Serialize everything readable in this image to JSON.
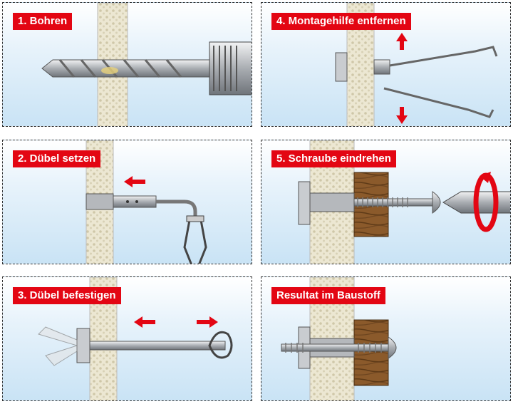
{
  "steps": [
    {
      "label": "1. Bohren"
    },
    {
      "label": "2. Dübel setzen"
    },
    {
      "label": "3. Dübel befestigen"
    },
    {
      "label": "4. Montagehilfe entfernen"
    },
    {
      "label": "5. Schraube eindrehen"
    },
    {
      "label": "Resultat im Baustoff"
    }
  ],
  "colors": {
    "label_bg": "#e30613",
    "arrow": "#e30613",
    "wall": "#ece7d2",
    "wood": "#8b5a2b",
    "metal": "#b9bcc0"
  }
}
